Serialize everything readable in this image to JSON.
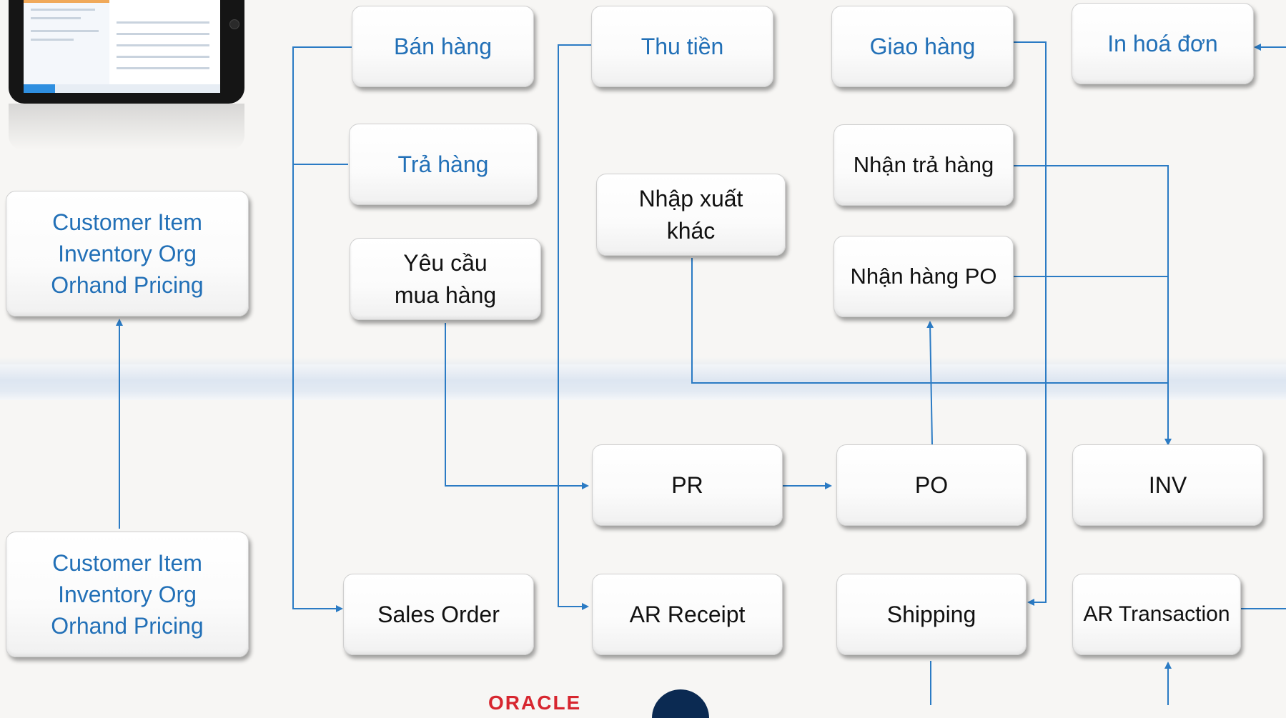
{
  "boxes": {
    "ban_hang": "Bán hàng",
    "thu_tien": "Thu tiền",
    "giao_hang": "Giao hàng",
    "in_hoa_don": "In hoá đơn",
    "tra_hang": "Trả hàng",
    "nhap_xuat_khac": "Nhập xuất\nkhác",
    "nhan_tra_hang": "Nhận trả hàng",
    "yeu_cau_mua_hang": "Yêu cầu\nmua hàng",
    "nhan_hang_po": "Nhận hàng PO",
    "master_top": "Customer Item\nInventory Org\nOrhand Pricing",
    "master_bottom": "Customer Item\nInventory Org\nOrhand Pricing",
    "pr": "PR",
    "po": "PO",
    "inv": "INV",
    "sales_order": "Sales Order",
    "ar_receipt": "AR Receipt",
    "shipping": "Shipping",
    "ar_transaction": "AR Transaction"
  },
  "logo": {
    "oracle": "ORACLE"
  },
  "colors": {
    "accent": "#2270b7",
    "connector": "#2b7bc4"
  }
}
